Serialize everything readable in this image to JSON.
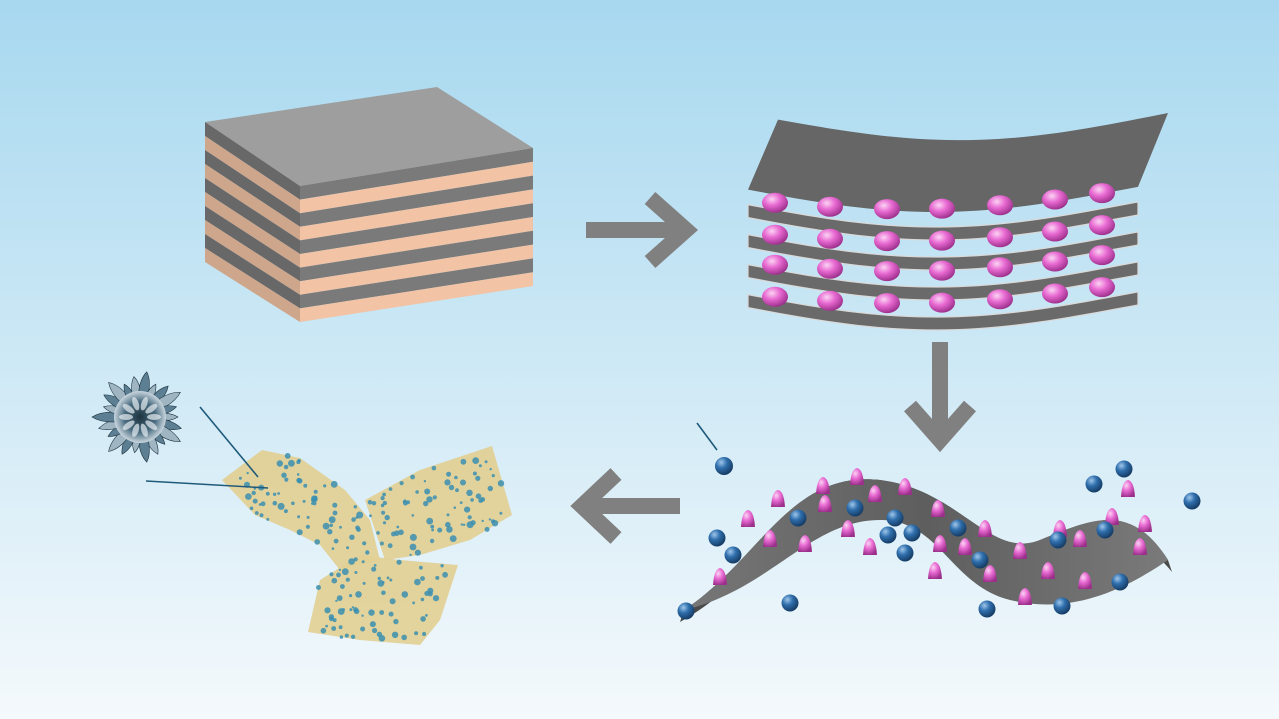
{
  "diagram": {
    "stages": [
      {
        "id": "layered-bulk-crystal"
      },
      {
        "id": "intercalated-stack"
      },
      {
        "id": "exfoliated-decorated-sheet"
      },
      {
        "id": "nanoparticle-loaded-flakes"
      }
    ],
    "arrows": [
      {
        "from": "layered-bulk-crystal",
        "to": "intercalated-stack",
        "direction": "right"
      },
      {
        "from": "intercalated-stack",
        "to": "exfoliated-decorated-sheet",
        "direction": "down"
      },
      {
        "from": "exfoliated-decorated-sheet",
        "to": "nanoparticle-loaded-flakes",
        "direction": "left"
      }
    ]
  },
  "colors": {
    "background_top": "#a7d8ef",
    "background_bottom": "#f4f9fc",
    "layer_dark": "#7a7a7a",
    "layer_light": "#f2c3a4",
    "sheet_gray": "#6a6a6a",
    "intercalant_magenta": "#e86ad2",
    "nanoparticle_blue": "#2f6fad",
    "flake_tan": "#e2cf94",
    "arrow_gray": "#808080"
  }
}
